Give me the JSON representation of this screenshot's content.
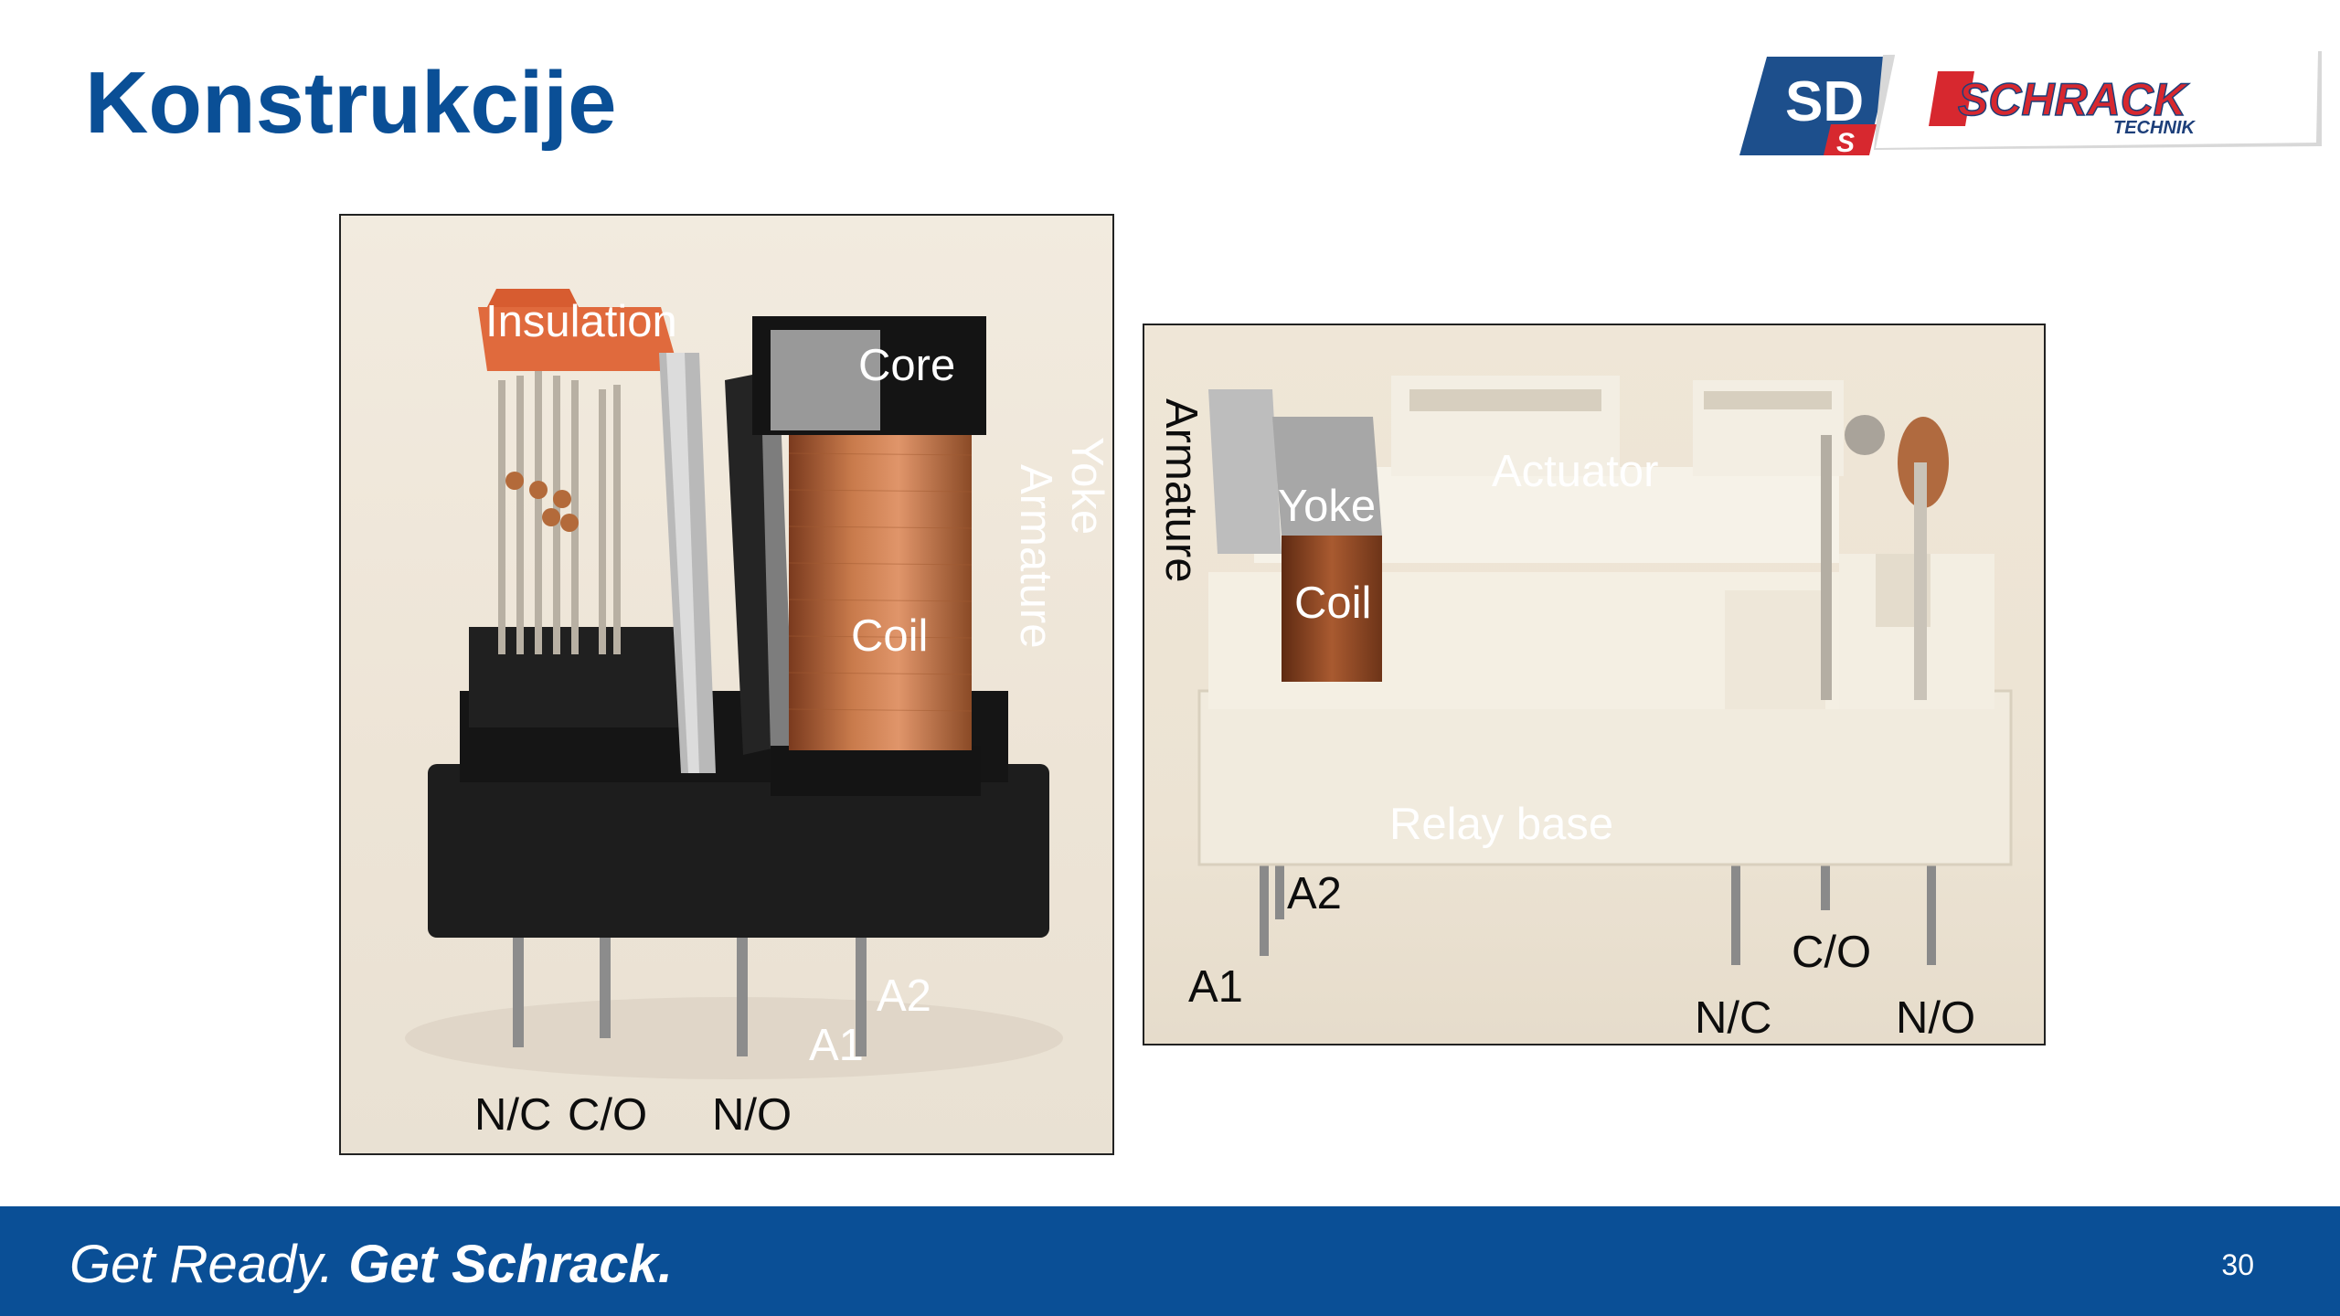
{
  "slide": {
    "title": "Konstrukcije",
    "page_number": "30"
  },
  "logos": {
    "sd_text": "SD",
    "sd_sub": "S",
    "schrack_text": "SCHRACK",
    "schrack_sub": "TECHNIK"
  },
  "footer": {
    "slogan_part1": "Get Ready.",
    "slogan_part2": "Get Schrack."
  },
  "photo_left": {
    "labels": {
      "insulation": "Insulation",
      "core": "Core",
      "yoke": "Yoke",
      "armature": "Armature",
      "coil": "Coil",
      "a2": "A2",
      "a1": "A1",
      "nc": "N/C",
      "co": "C/O",
      "no": "N/O"
    }
  },
  "photo_right": {
    "labels": {
      "armature": "Armature",
      "actuator": "Actuator",
      "yoke": "Yoke",
      "coil": "Coil",
      "relay_base": "Relay base",
      "a2": "A2",
      "a1": "A1",
      "co": "C/O",
      "nc": "N/C",
      "no": "N/O"
    }
  },
  "colors": {
    "brand_blue": "#0a4f96",
    "schrack_red": "#d7282f"
  }
}
